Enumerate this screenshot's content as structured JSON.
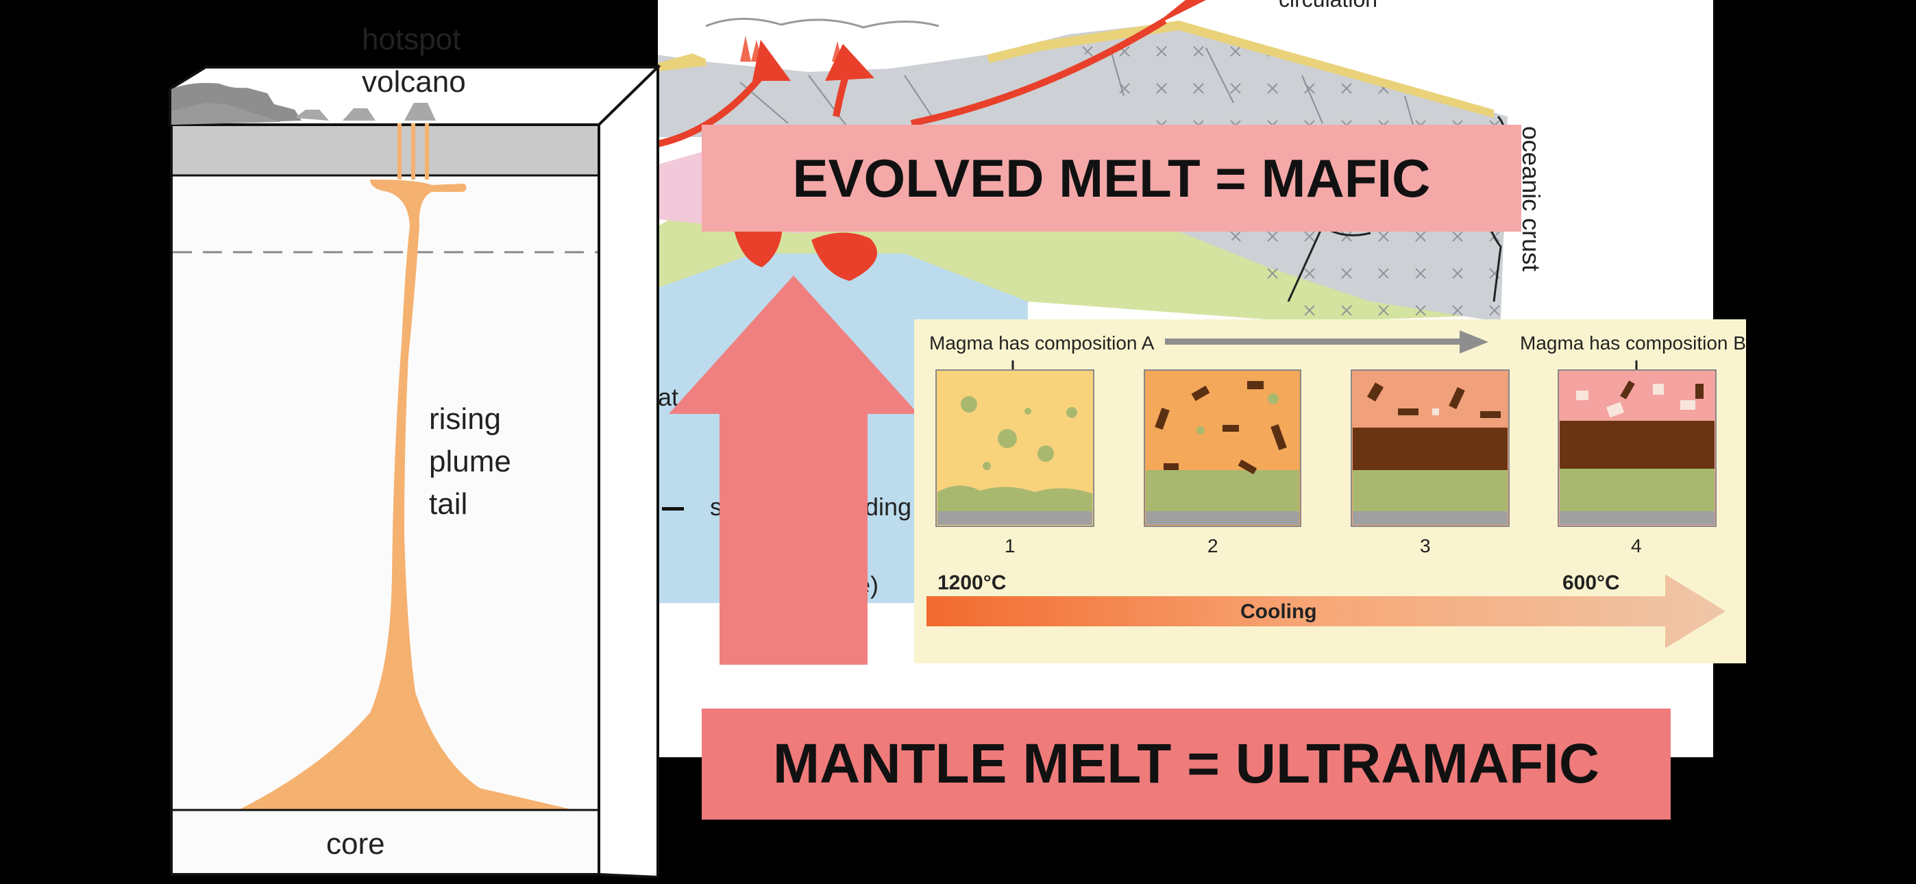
{
  "plume_diagram": {
    "hotspot_volcano": "hotspot\nvolcano",
    "rising_plume_tail": "rising\nplume\ntail",
    "core": "core"
  },
  "ridge_diagram": {
    "circulation": "circulation",
    "oceanic_crust": "oceanic crust",
    "partial_label_1": "s",
    "partial_label_2": "ding",
    "partial_label_3": "ale)",
    "partial_label_4": "at"
  },
  "banners": {
    "evolved": "EVOLVED MELT = MAFIC",
    "mantle": "MANTLE MELT = ULTRAMAFIC"
  },
  "crystallization_panel": {
    "composition_a": "Magma has composition A",
    "composition_b": "Magma has composition B",
    "steps": [
      "1",
      "2",
      "3",
      "4"
    ],
    "temp_start": "1200°C",
    "temp_end": "600°C",
    "cooling": "Cooling"
  },
  "colors": {
    "plume": "#f5b16f",
    "evolved_banner": "#f4a8a8",
    "mantle_banner": "#ef7b7b",
    "arrow_red": "#e8402a",
    "upward_arrow": "#f08080",
    "panel_bg": "#f9f4cf"
  }
}
